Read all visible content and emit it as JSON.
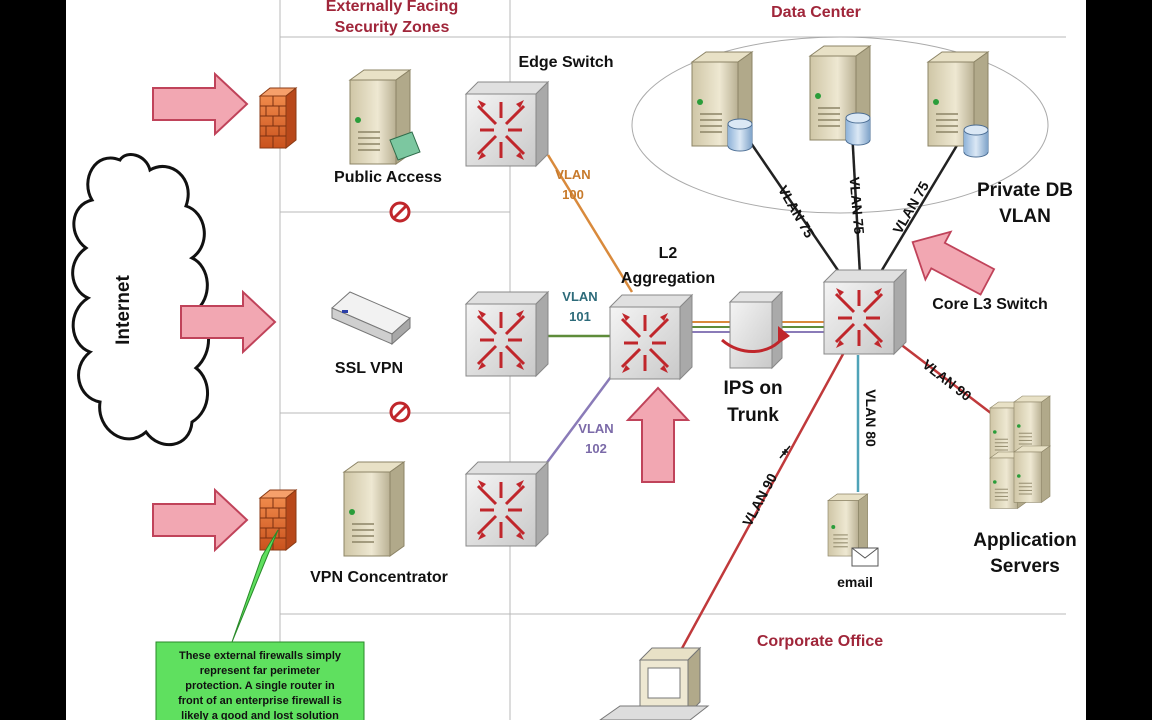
{
  "zones": {
    "external_title_line1": "Externally Facing",
    "external_title_line2": "Security Zones",
    "datacenter_title": "Data Center",
    "corporate_title": "Corporate Office"
  },
  "cloud": {
    "label": "Internet"
  },
  "devices": {
    "public_access": "Public Access",
    "ssl_vpn": "SSL VPN",
    "vpn_concentrator": "VPN Concentrator",
    "edge_switch": "Edge Switch",
    "l2_line1": "L2",
    "l2_line2": "Aggregation",
    "ips_line1": "IPS on",
    "ips_line2": "Trunk",
    "core_switch": "Core L3 Switch",
    "private_db_line1": "Private DB",
    "private_db_line2": "VLAN",
    "app_servers_line1": "Application",
    "app_servers_line2": "Servers",
    "email": "email"
  },
  "vlans": {
    "v100_line1": "VLAN",
    "v100_line2": "100",
    "v101_line1": "VLAN",
    "v101_line2": "101",
    "v102_line1": "VLAN",
    "v102_line2": "102",
    "v75_a": "VLAN 75",
    "v75_b": "VLAN 75",
    "v75_c": "VLAN 75",
    "v90_app": "VLAN 90",
    "v80": "VLAN 80",
    "v90_corp": "VLAN 90"
  },
  "note": {
    "lines": [
      "These external firewalls simply",
      "represent far perimeter",
      "protection.  A single router in",
      "front of an enterprise firewall is",
      "likely a good and lost solution"
    ]
  },
  "colors": {
    "orange_link": "#d98a3c",
    "teal_link": "#2f7a8a",
    "purple_link": "#8a7bb8",
    "red_link": "#c0393b",
    "arrow_fill": "#f2a7b2",
    "arrow_stroke": "#c0435a",
    "note_fill": "#5fe05f"
  }
}
